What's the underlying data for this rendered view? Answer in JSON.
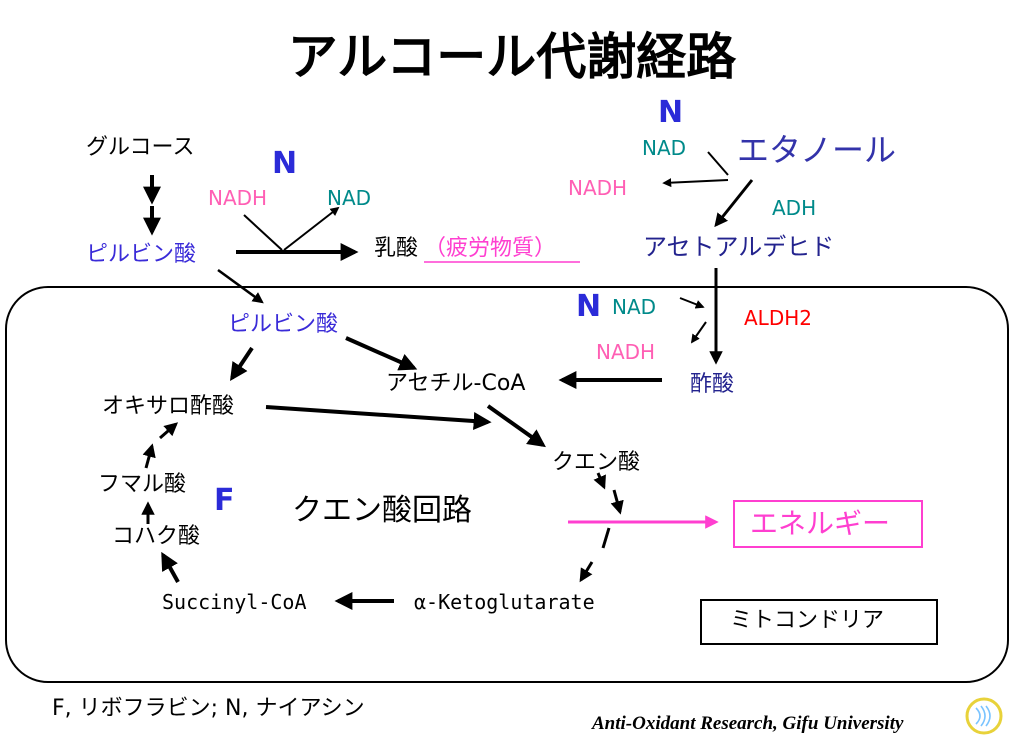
{
  "title": "アルコール代謝経路",
  "cytosol": {
    "glucose": "グルコース",
    "pyruvate": "ピルビン酸",
    "nadh_left": "NADH",
    "nad_left": "NAD",
    "n_left": "N",
    "lactate": "乳酸",
    "fatigue": "（疲労物質）",
    "ethanol": "エタノール",
    "n_top": "N",
    "nad_top": "NAD",
    "nadh_top": "NADH",
    "adh": "ADH",
    "acetaldehyde": "アセトアルデヒド"
  },
  "mitochondria": {
    "pyruvate": "ピルビン酸",
    "n_mid": "N",
    "nad_mid": "NAD",
    "nadh_mid": "NADH",
    "aldh2": "ALDH2",
    "acetic_acid": "酢酸",
    "acetyl_coa": "アセチル-CoA",
    "oxaloacetate": "オキサロ酢酸",
    "citrate": "クエン酸",
    "fumarate": "フマル酸",
    "f_label": "F",
    "cycle": "クエン酸回路",
    "succinate": "コハク酸",
    "energy": "エネルギー",
    "succinyl_coa": "Succinyl-CoA",
    "alpha_kg": "α-Ketoglutarate",
    "mito_label": "ミトコンドリア"
  },
  "footnote": "F, リボフラビン; N, ナイアシン",
  "credit": "Anti-Oxidant Research, Gifu University",
  "colors": {
    "blue": "#3a2bd8",
    "navy": "#23238e",
    "teal": "#008a8a",
    "pink": "#ff5fb4",
    "red": "#ff0000",
    "magenta": "#ff3fd0"
  }
}
